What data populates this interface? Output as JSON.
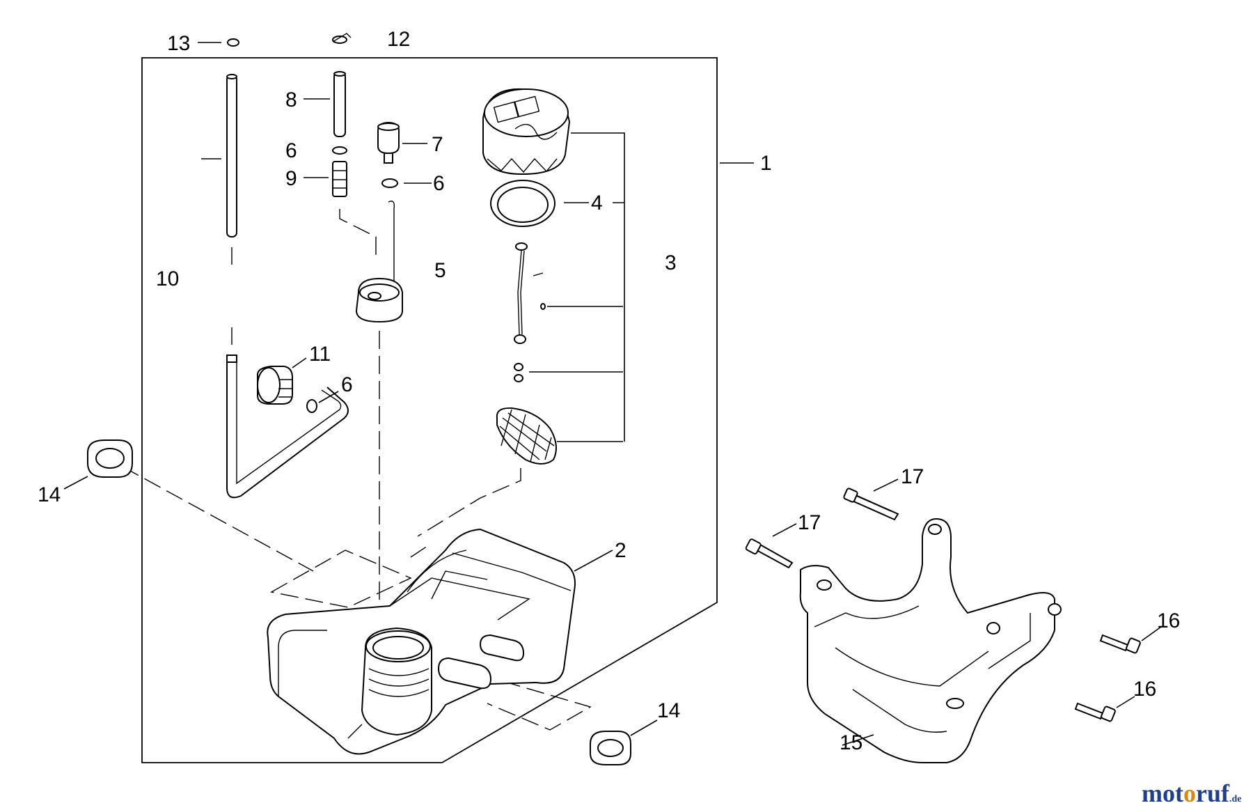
{
  "callouts": {
    "c1": "1",
    "c2": "2",
    "c3": "3",
    "c4": "4",
    "c5": "5",
    "c6a": "6",
    "c6b": "6",
    "c6c": "6",
    "c7": "7",
    "c8": "8",
    "c9": "9",
    "c10": "10",
    "c11": "11",
    "c12": "12",
    "c13": "13",
    "c14a": "14",
    "c14b": "14",
    "c15": "15",
    "c16a": "16",
    "c16b": "16",
    "c17a": "17",
    "c17b": "17"
  },
  "brand": {
    "part1": "mot",
    "part2": "o",
    "part3": "ruf",
    "part4": ".de"
  }
}
